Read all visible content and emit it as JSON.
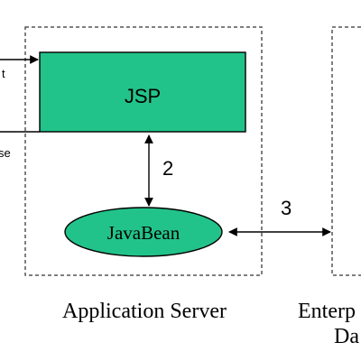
{
  "diagram": {
    "nodes": {
      "jsp": {
        "label": "JSP"
      },
      "javabean": {
        "label": "JavaBean"
      }
    },
    "edges": {
      "jsp_javabean": {
        "label": "2"
      },
      "javabean_enterprise": {
        "label": "3"
      }
    },
    "containers": {
      "app_server": {
        "label": "Application Server"
      },
      "enterprise": {
        "label_line1": "Enterp",
        "label_line2": "Da"
      }
    },
    "clipped_labels": {
      "request": "t",
      "response": "se"
    }
  },
  "colors": {
    "node_fill": "#22c38b",
    "stroke": "#000000",
    "dash": "#555555",
    "text": "#000000"
  }
}
